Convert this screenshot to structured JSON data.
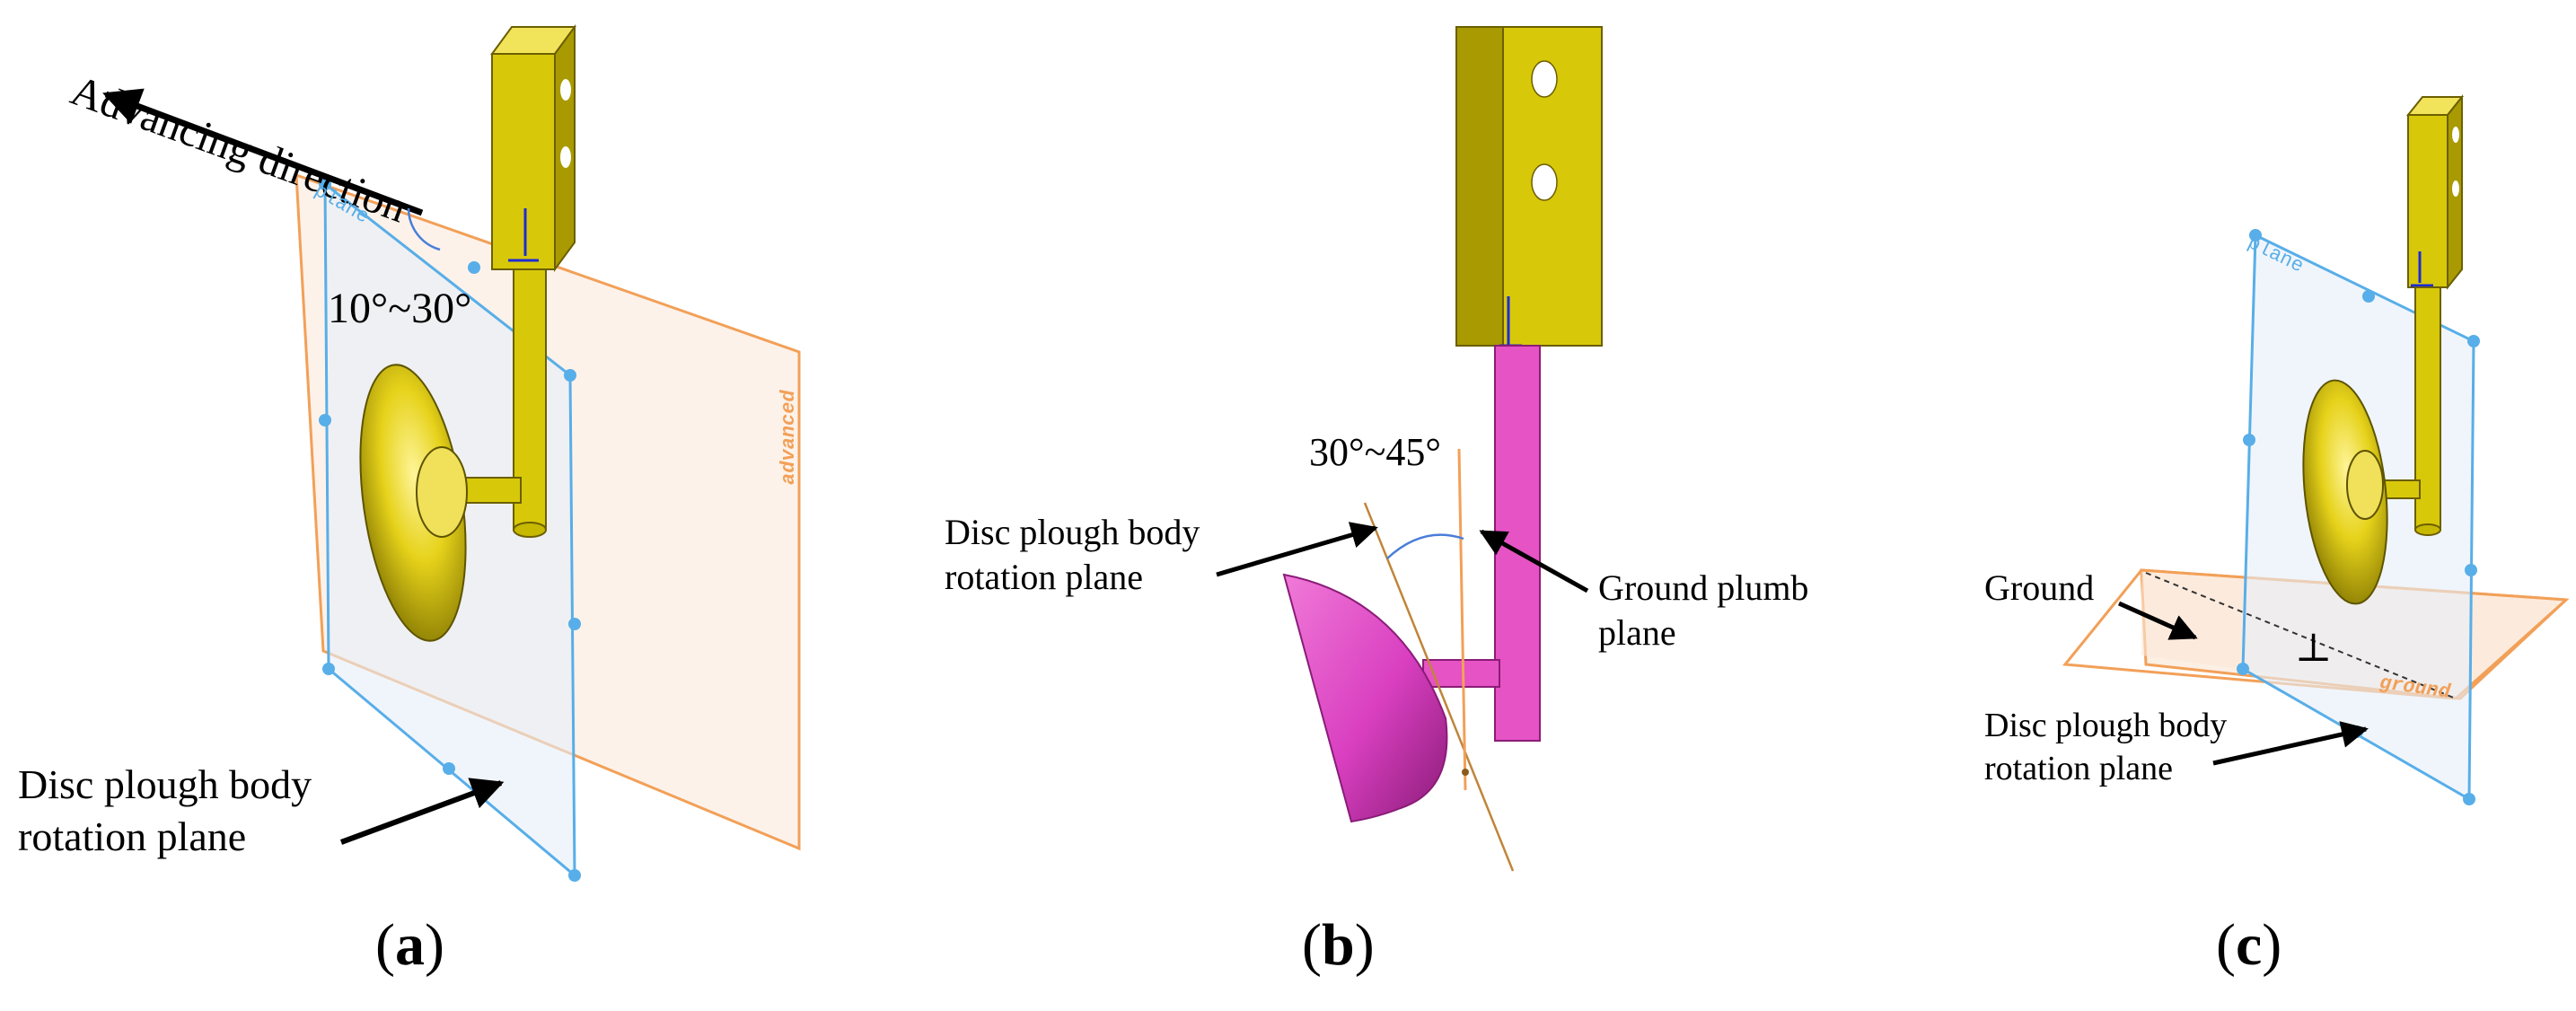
{
  "panels": [
    {
      "id": "a",
      "caption": "a",
      "labels": {
        "advancing_direction": "Advancing direction",
        "angle": "10°~30°",
        "rotation_plane": "Disc plough body\nrotation plane",
        "plane_tag": "plane",
        "advanced_tag": "advanced"
      }
    },
    {
      "id": "b",
      "caption": "b",
      "labels": {
        "angle": "30°~45°",
        "rotation_plane": "Disc plough body\nrotation plane",
        "plumb_plane": "Ground plumb\nplane"
      }
    },
    {
      "id": "c",
      "caption": "c",
      "labels": {
        "ground": "Ground",
        "perpendicular": "⊥",
        "rotation_plane": "Disc plough body\nrotation plane",
        "plane_tag": "plane",
        "ground_tag": "ground"
      }
    }
  ],
  "colors": {
    "bracket": "#d8c80a",
    "bracket_dark": "#a89a00",
    "disc_yellow": "#e6d21a",
    "shaft_pink": "#e653c4",
    "disc_pink": "#d93fc0",
    "plane_blue": "#58aee8",
    "plane_orange": "#f2a058",
    "arrow": "#000000"
  }
}
